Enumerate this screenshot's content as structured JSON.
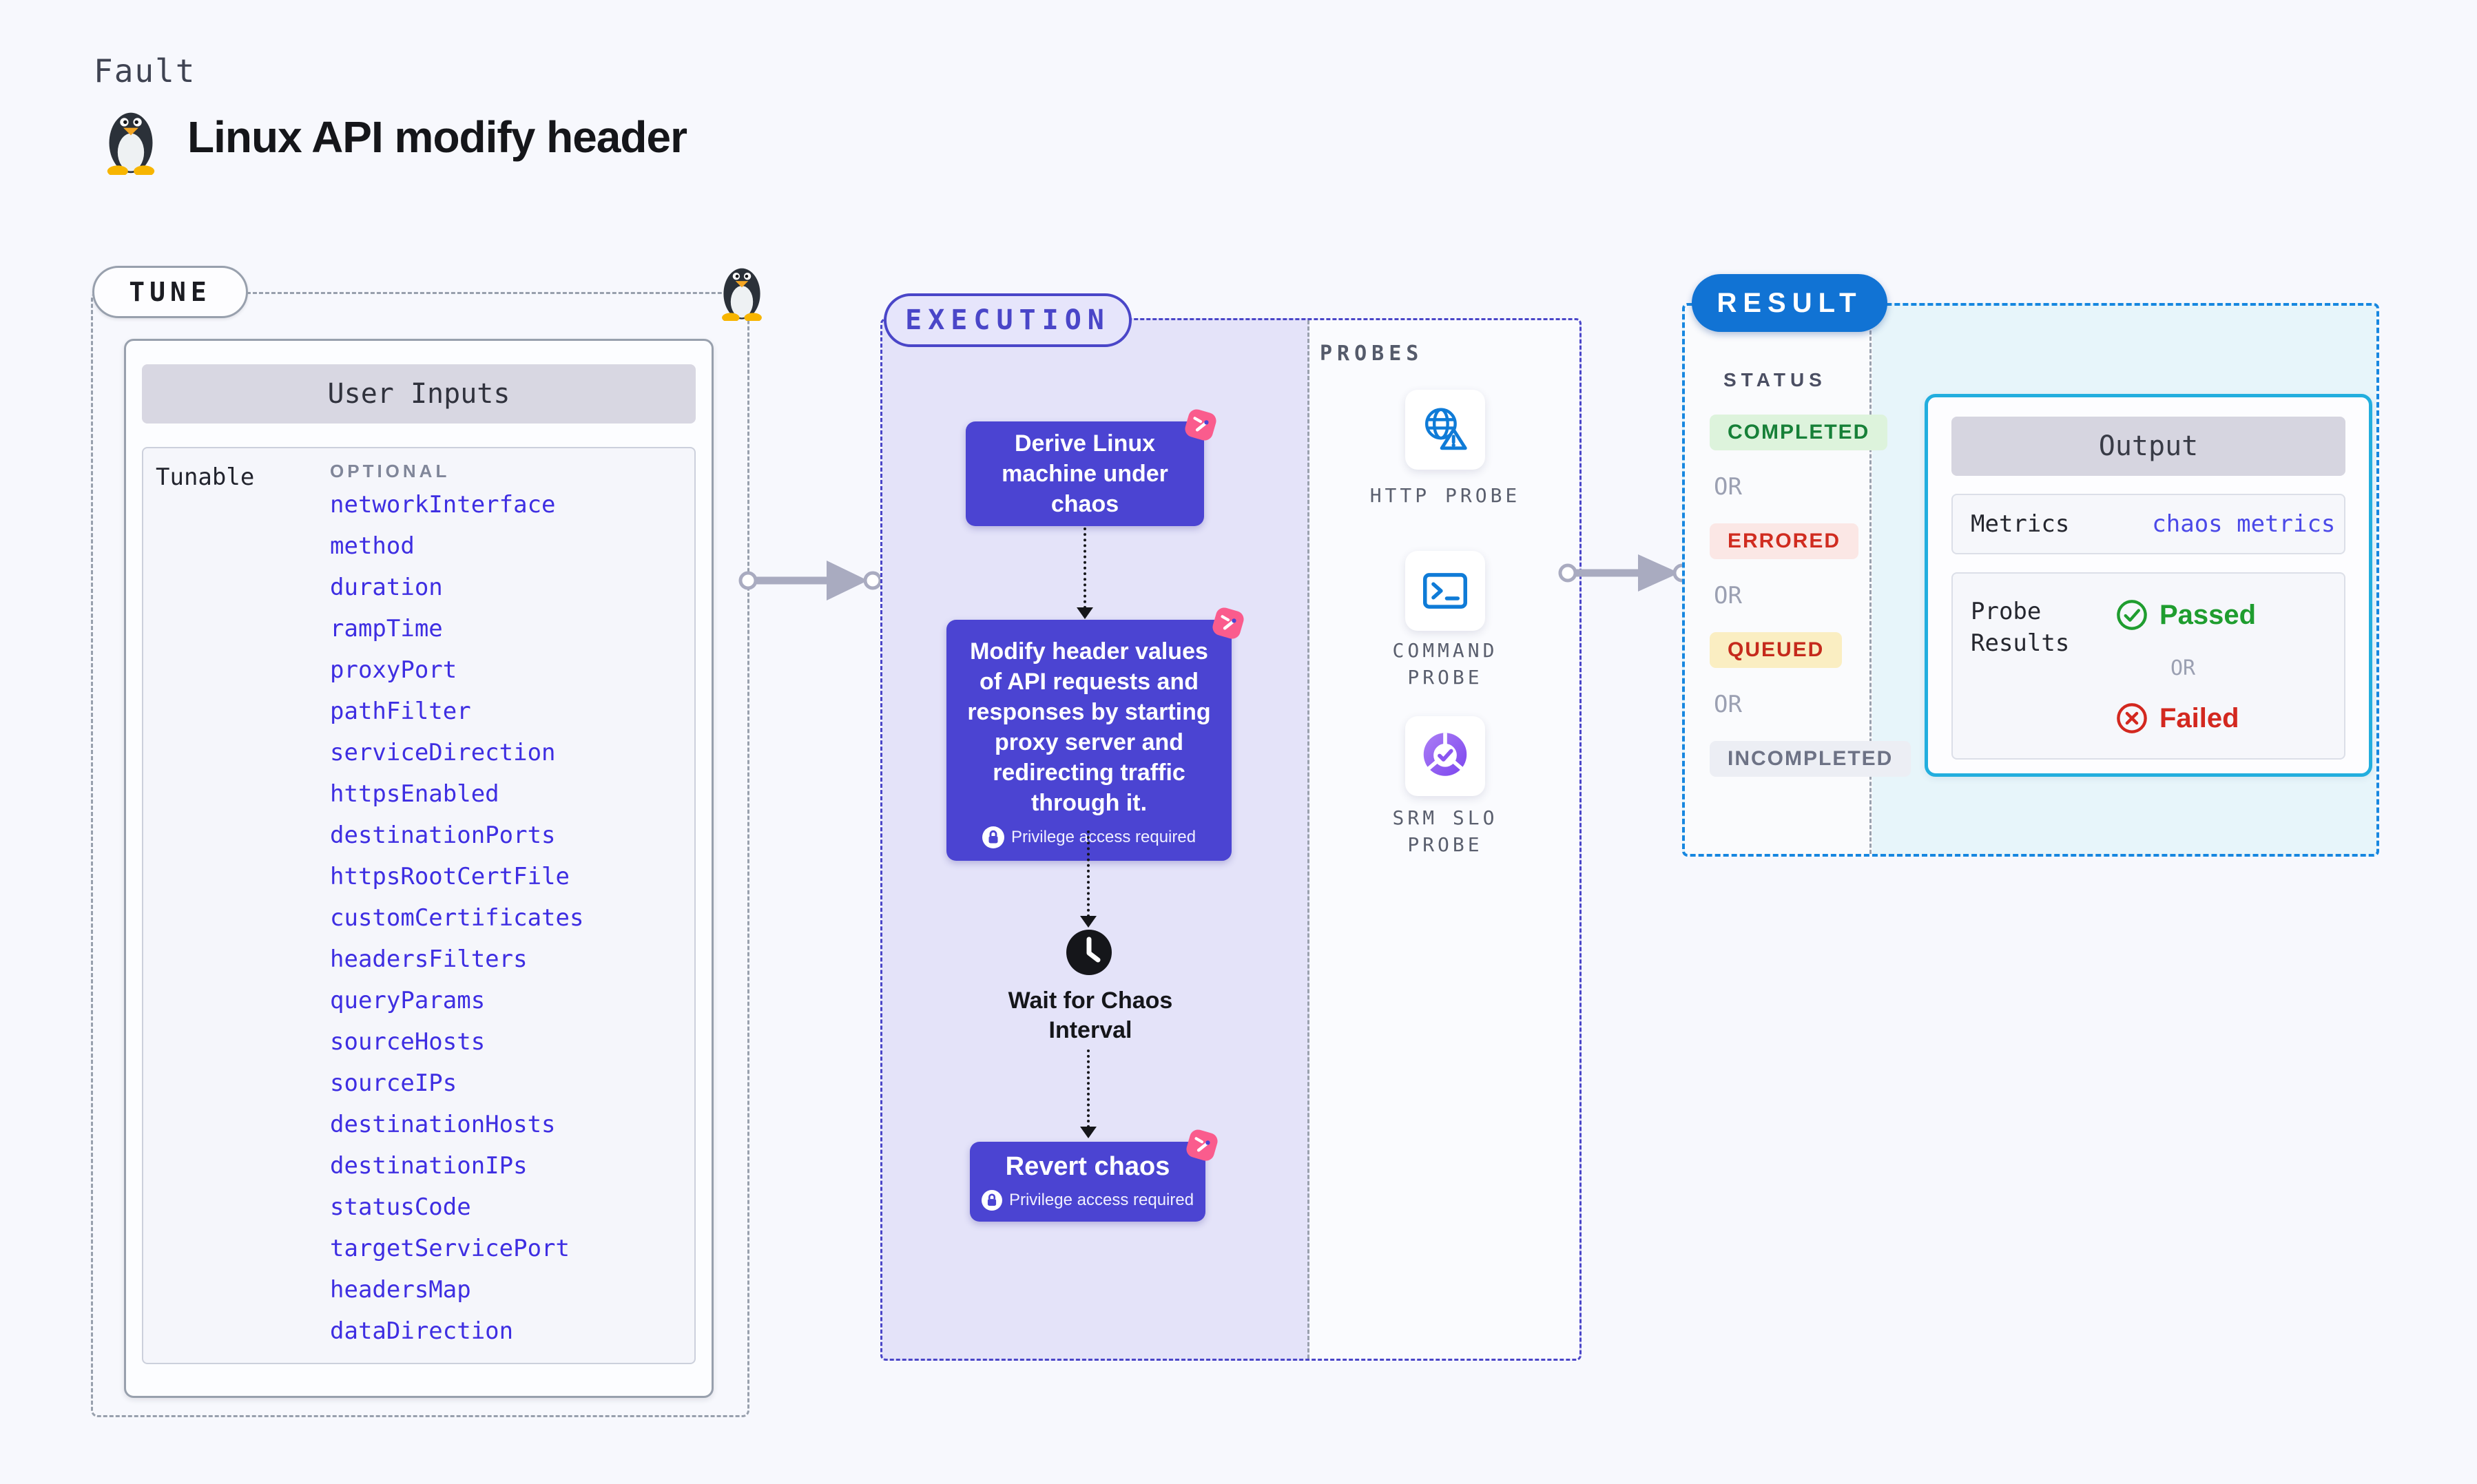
{
  "header": {
    "kicker": "Fault",
    "title": "Linux API modify header"
  },
  "tune": {
    "label": "TUNE",
    "panel_title": "User Inputs",
    "row_label": "Tunable",
    "column_label": "OPTIONAL",
    "params": [
      "networkInterface",
      "method",
      "duration",
      "rampTime",
      "proxyPort",
      "pathFilter",
      "serviceDirection",
      "httpsEnabled",
      "destinationPorts",
      "httpsRootCertFile",
      "customCertificates",
      "headersFilters",
      "queryParams",
      "sourceHosts",
      "sourceIPs",
      "destinationHosts",
      "destinationIPs",
      "statusCode",
      "targetServicePort",
      "headersMap",
      "dataDirection"
    ]
  },
  "execution": {
    "label": "EXECUTION",
    "node1": "Derive Linux machine under chaos",
    "node2": "Modify header values of API requests and responses by starting proxy server and redirecting traffic through it.",
    "wait_label": "Wait for Chaos Interval",
    "node3": "Revert chaos",
    "privilege_note": "Privilege access required"
  },
  "probes": {
    "label": "PROBES",
    "items": [
      {
        "label": "HTTP PROBE",
        "icon": "globe-alert-icon"
      },
      {
        "label": "COMMAND PROBE",
        "icon": "terminal-icon"
      },
      {
        "label": "SRM SLO PROBE",
        "icon": "slo-donut-icon"
      }
    ]
  },
  "result": {
    "label": "RESULT",
    "status_label": "STATUS",
    "statuses": [
      {
        "label": "COMPLETED",
        "kind": "completed"
      },
      {
        "label": "OR",
        "kind": "or"
      },
      {
        "label": "ERRORED",
        "kind": "errored"
      },
      {
        "label": "OR",
        "kind": "or"
      },
      {
        "label": "QUEUED",
        "kind": "queued"
      },
      {
        "label": "OR",
        "kind": "or"
      },
      {
        "label": "INCOMPLETED",
        "kind": "incompleted"
      }
    ],
    "output": {
      "title": "Output",
      "metrics_label": "Metrics",
      "metrics_value": "chaos metrics",
      "probe_results_label": "Probe Results",
      "passed_label": "Passed",
      "or_label": "OR",
      "failed_label": "Failed"
    }
  },
  "colors": {
    "page_bg": "#f7f8fd",
    "accent_indigo": "#4b44d2",
    "accent_blue": "#1173d4",
    "accent_cyan": "#22aede",
    "chaos_pink": "#fa5c8d",
    "param_link_blue": "#3e2ee2",
    "passed_green": "#1f9d2f",
    "failed_red": "#d3281f",
    "queued_yellow_bg": "#faeec2",
    "completed_green_bg": "#ddf3dc"
  }
}
